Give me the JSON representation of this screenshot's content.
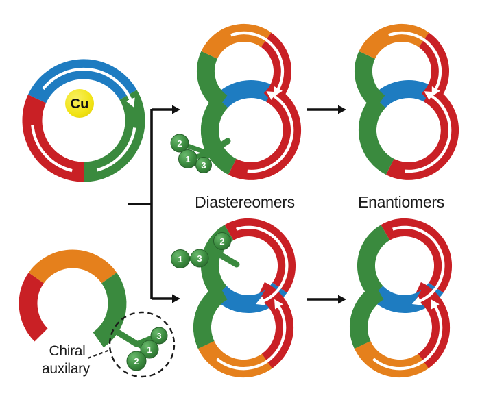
{
  "figure": {
    "cu_label": "Cu",
    "labels": {
      "diastereomers": "Diastereomers",
      "enantiomers": "Enantiomers",
      "chiral_line1": "Chiral",
      "chiral_line2": "auxilary"
    },
    "ball_labels": {
      "b1": "1",
      "b2": "2",
      "b3": "3"
    },
    "colors": {
      "red": "#c92025",
      "green": "#3a8a3e",
      "green_dark": "#26602a",
      "green_light": "#6ab96d",
      "blue": "#1e7cc1",
      "orange": "#e5801c",
      "yellow": "#f1e313",
      "yellow_dark": "#d9c40a",
      "ink": "#111111",
      "background": "#ffffff"
    }
  }
}
